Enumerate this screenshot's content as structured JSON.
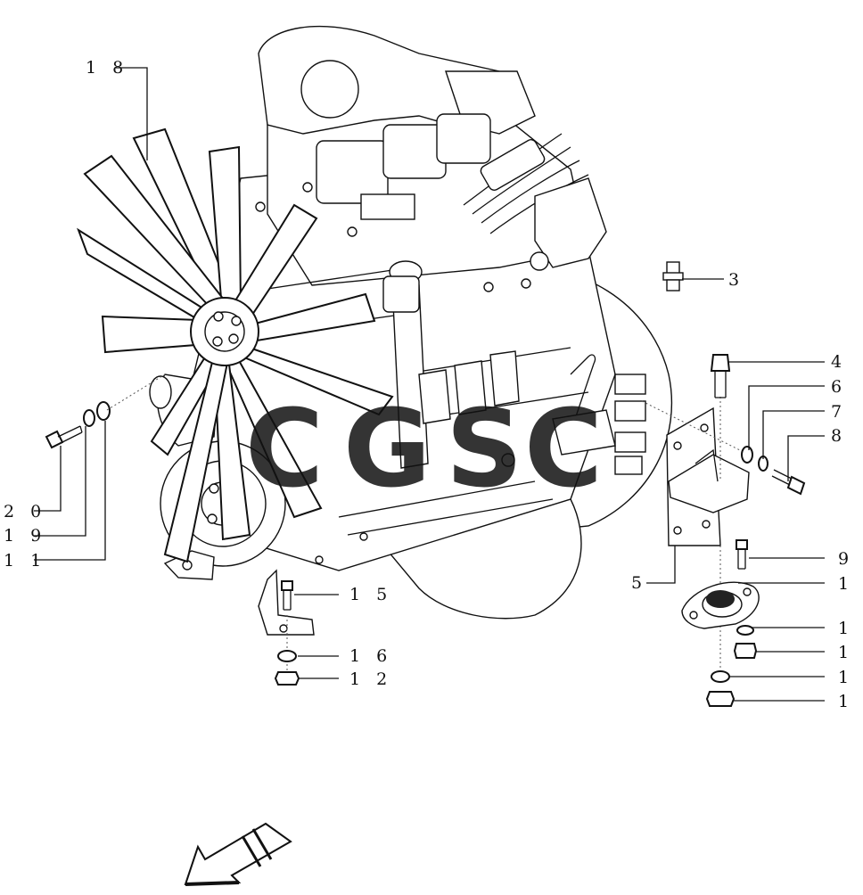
{
  "callouts": [
    {
      "id": "c18",
      "text": "1 8"
    },
    {
      "id": "c3",
      "text": "3"
    },
    {
      "id": "c4",
      "text": "4"
    },
    {
      "id": "c6",
      "text": "6"
    },
    {
      "id": "c7",
      "text": "7"
    },
    {
      "id": "c8",
      "text": "8"
    },
    {
      "id": "c20",
      "text": "2 0"
    },
    {
      "id": "c19",
      "text": "1 9"
    },
    {
      "id": "c11",
      "text": "1 1"
    },
    {
      "id": "c9",
      "text": "9"
    },
    {
      "id": "c5",
      "text": "5"
    },
    {
      "id": "c1a",
      "text": "1"
    },
    {
      "id": "c15",
      "text": "1 5"
    },
    {
      "id": "c1b",
      "text": "1"
    },
    {
      "id": "c16",
      "text": "1 6"
    },
    {
      "id": "c1c",
      "text": "1"
    },
    {
      "id": "c12",
      "text": "1 2"
    },
    {
      "id": "c1d",
      "text": "1"
    },
    {
      "id": "c1e",
      "text": "1"
    }
  ],
  "watermark": {
    "letters": [
      "C",
      "G",
      "S",
      "C"
    ],
    "colors": [
      "#4a86e8",
      "#e8645a",
      "#f2c94c",
      "#3aa876"
    ]
  },
  "icons": [
    "fan-icon",
    "engine-block-icon",
    "sensor-icon",
    "bolt-icon",
    "washer-icon",
    "nut-icon",
    "bracket-icon",
    "engine-mount-icon",
    "direction-arrow-icon"
  ]
}
